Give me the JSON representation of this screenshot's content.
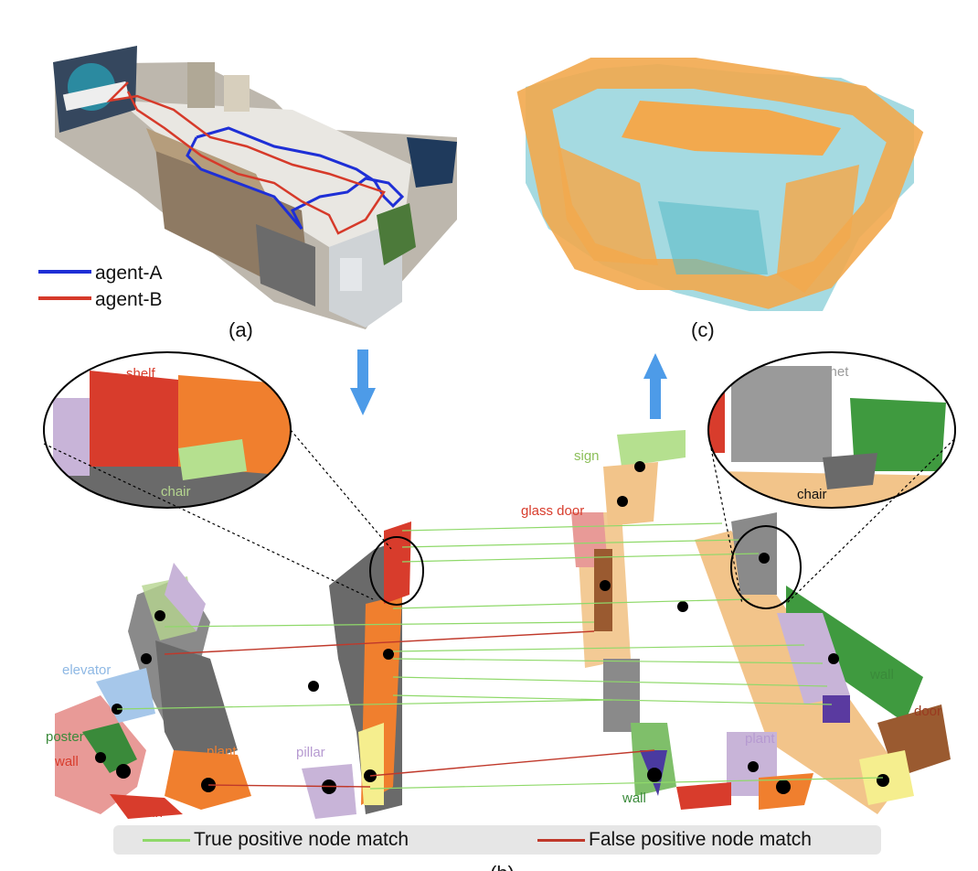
{
  "panels": {
    "a": "(a)",
    "b": "(b)",
    "c": "(c)"
  },
  "agents": [
    {
      "label": "agent-A",
      "color": "#1e2fd6"
    },
    {
      "label": "agent-B",
      "color": "#d63a2a"
    }
  ],
  "zoom_left": {
    "labels": [
      "shelf",
      "chair"
    ]
  },
  "zoom_right": {
    "labels": [
      "cabinet",
      "chair"
    ]
  },
  "left_graph_labels": [
    "elevator",
    "poster",
    "wall",
    "bin",
    "plant",
    "pillar"
  ],
  "right_graph_labels": [
    "sign",
    "glass door",
    "wall",
    "door",
    "plant",
    "wall"
  ],
  "legend": {
    "true_positive": "True positive node match",
    "false_positive": "False positive node match"
  },
  "colors": {
    "true_positive": "#8fd96a",
    "false_positive": "#c0392b",
    "arrow": "#4d9be8",
    "pointcloud_a": "#f2a94e",
    "pointcloud_b": "#5bbcc8"
  }
}
